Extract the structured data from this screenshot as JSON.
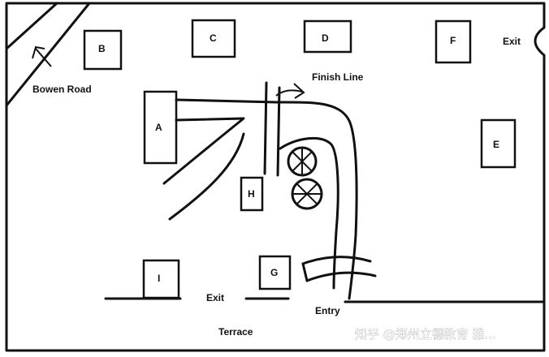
{
  "labels": {
    "building_a": "A",
    "building_b": "B",
    "building_c": "C",
    "building_d": "D",
    "building_e": "E",
    "building_f": "F",
    "building_g": "G",
    "building_h": "H",
    "building_i": "I",
    "bowen_road": "Bowen Road",
    "finish_line": "Finish Line",
    "exit_right": "Exit",
    "exit_bottom": "Exit",
    "entry": "Entry",
    "terrace": "Terrace"
  },
  "watermark": "知乎 @郑州立德教育 雅...",
  "colors": {
    "ink": "#111111",
    "background": "#ffffff"
  }
}
